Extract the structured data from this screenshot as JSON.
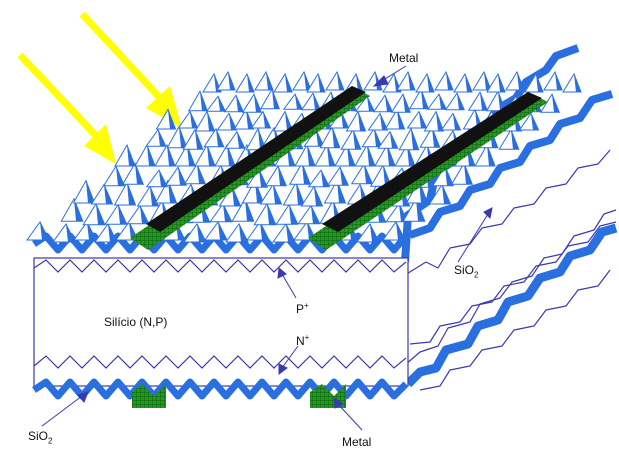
{
  "labels": {
    "metal_top": "Metal",
    "sio2_right_main": "SiO",
    "sio2_right_sub": "2",
    "p_plus_main": "P",
    "p_plus_sup": "+",
    "silicio": "Silício (N,P)",
    "n_plus_main": "N",
    "n_plus_sup": "+",
    "sio2_bottom_main": "SiO",
    "sio2_bottom_sub": "2",
    "metal_bottom": "Metal"
  },
  "colors": {
    "sunlight": "#ffff00",
    "oxide_blue": "#2a6fe0",
    "junction_line": "#3a3ab0",
    "metal_contact": "#111111",
    "metal_grid": "#1f9a1f",
    "pyramid_fill": "#ffffff"
  }
}
